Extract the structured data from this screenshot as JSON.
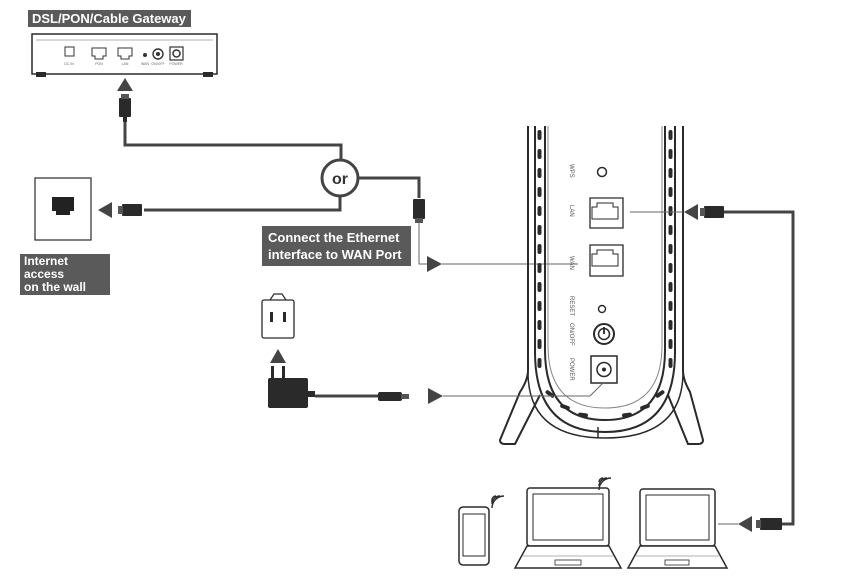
{
  "gateway": {
    "title": "DSL/PON/Cable Gateway",
    "ports": [
      "DC IN",
      "PON",
      "LAN",
      "WAN",
      "ON/OFF",
      "POWER"
    ]
  },
  "wall": {
    "label_line1": "Internet access",
    "label_line2": "on the wall"
  },
  "or_text": "or",
  "instruction": {
    "line1": "Connect the Ethernet",
    "line2": "interface to WAN Port"
  },
  "router": {
    "labels": [
      "WPS",
      "LAN",
      "WAN",
      "RESET",
      "ON/OFF",
      "POWER"
    ]
  },
  "colors": {
    "cable": "#444444",
    "thin_line": "#666666",
    "label_bg": "#5a5a5a",
    "outline": "#2a2a2a"
  },
  "icons": [
    "ethernet-wall-socket-icon",
    "power-outlet-icon",
    "power-adapter-icon",
    "phone-icon",
    "laptop-icon",
    "wifi-icon"
  ]
}
